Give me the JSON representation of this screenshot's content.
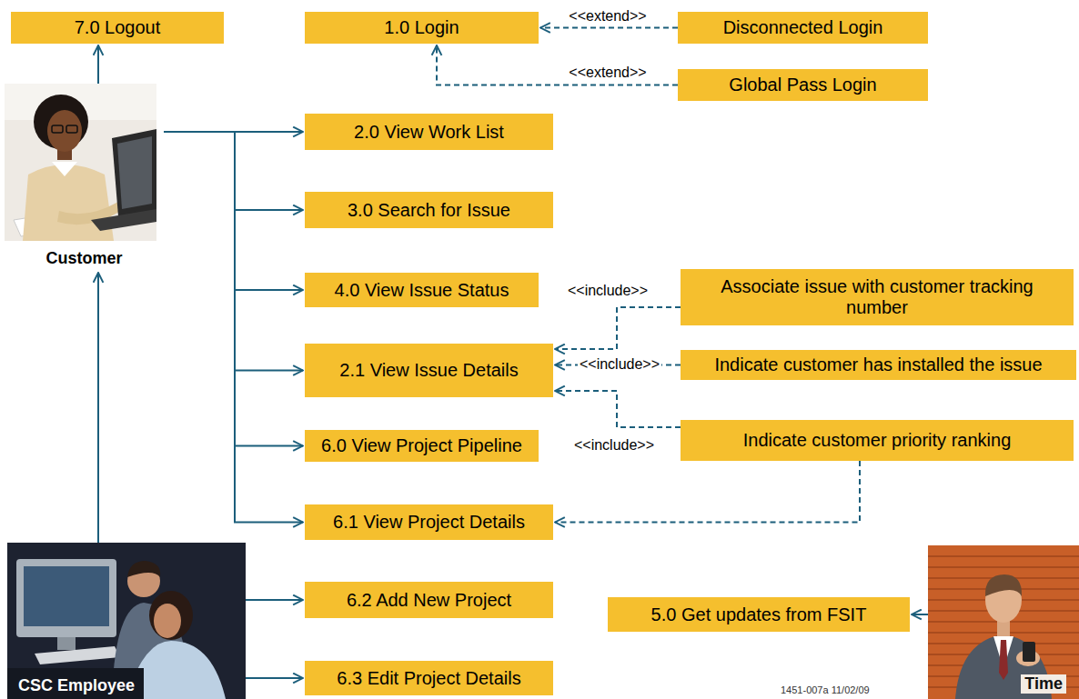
{
  "diagram": {
    "nodes": [
      {
        "text": [
          "7.0 Logout"
        ]
      },
      {
        "text": [
          "1.0 Login"
        ]
      },
      {
        "text": [
          "Disconnected Login"
        ]
      },
      {
        "text": [
          "Global Pass Login"
        ]
      },
      {
        "text": [
          "Customer"
        ]
      },
      {
        "text": [
          "2.0 View Work List"
        ]
      },
      {
        "text": [
          "3.0 Search for Issue"
        ]
      },
      {
        "text": [
          "4.0 View Issue Status"
        ]
      },
      {
        "text": [
          "Associate issue with customer tracking number"
        ]
      },
      {
        "text": [
          "2.1 View Issue Details"
        ]
      },
      {
        "text": [
          "Indicate customer has installed the issue"
        ]
      },
      {
        "text": [
          "Indicate customer priority ranking"
        ]
      },
      {
        "text": [
          "6.0 View Project Pipeline"
        ]
      },
      {
        "text": [
          "6.1 View Project Details"
        ]
      },
      {
        "text": [
          "CSC Employee"
        ]
      },
      {
        "text": [
          "6.2 Add New Project"
        ]
      },
      {
        "text": [
          "6.3 Edit Project Details"
        ]
      },
      {
        "text": [
          "5.0 Get updates from FSIT"
        ]
      },
      {
        "text": [
          "Time"
        ]
      }
    ],
    "edges": [
      {
        "from": 4,
        "to": 0,
        "arrow": "to"
      },
      {
        "from": 4,
        "to": 5,
        "arrow": "to"
      },
      {
        "from": 4,
        "to": 6,
        "arrow": "to"
      },
      {
        "from": 4,
        "to": 7,
        "arrow": "to"
      },
      {
        "from": 4,
        "to": 9,
        "arrow": "to"
      },
      {
        "from": 4,
        "to": 12,
        "arrow": "to"
      },
      {
        "from": 4,
        "to": 13,
        "arrow": "to"
      },
      {
        "from": 2,
        "to": 1,
        "label": "<<extend>>",
        "arrow": "to"
      },
      {
        "from": 3,
        "to": 1,
        "label": "<<extend>>",
        "arrow": "to"
      },
      {
        "from": 8,
        "to": 9,
        "label": "<<include>>",
        "arrow": "to"
      },
      {
        "from": 10,
        "to": 9,
        "label": "<<include>>",
        "arrow": "to"
      },
      {
        "from": 11,
        "to": 9,
        "arrow": "to"
      },
      {
        "from": 11,
        "to": 13,
        "label": "<<include>>",
        "arrow": "to"
      },
      {
        "from": 14,
        "to": 4,
        "arrow": "to"
      },
      {
        "from": 14,
        "to": 15,
        "arrow": "to"
      },
      {
        "from": 14,
        "to": 16,
        "arrow": "to"
      },
      {
        "from": 18,
        "to": 17,
        "arrow": "to"
      }
    ],
    "labels": [
      "1451-007a 11/02/09"
    ]
  }
}
